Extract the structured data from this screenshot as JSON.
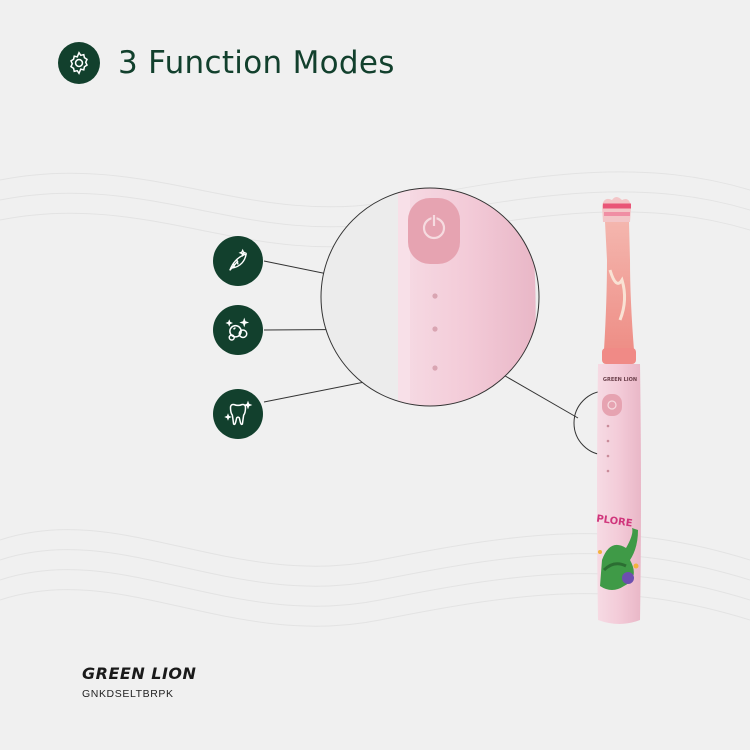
{
  "header": {
    "title": "3 Function Modes",
    "icon": "gear-icon"
  },
  "modes": [
    {
      "icon": "feather-sparkle-icon"
    },
    {
      "icon": "bubbles-sparkle-icon"
    },
    {
      "icon": "tooth-sparkle-icon"
    }
  ],
  "product": {
    "handle_logo": "GREEN LION",
    "sticker_text": "PLORE"
  },
  "brand": {
    "logo": "GREEN LION",
    "sku": "GNKDSELTBRPK"
  },
  "colors": {
    "accent": "#12402d",
    "background": "#f0f0f0",
    "handle": "#f2cbd8",
    "button": "#e7a6b3"
  }
}
